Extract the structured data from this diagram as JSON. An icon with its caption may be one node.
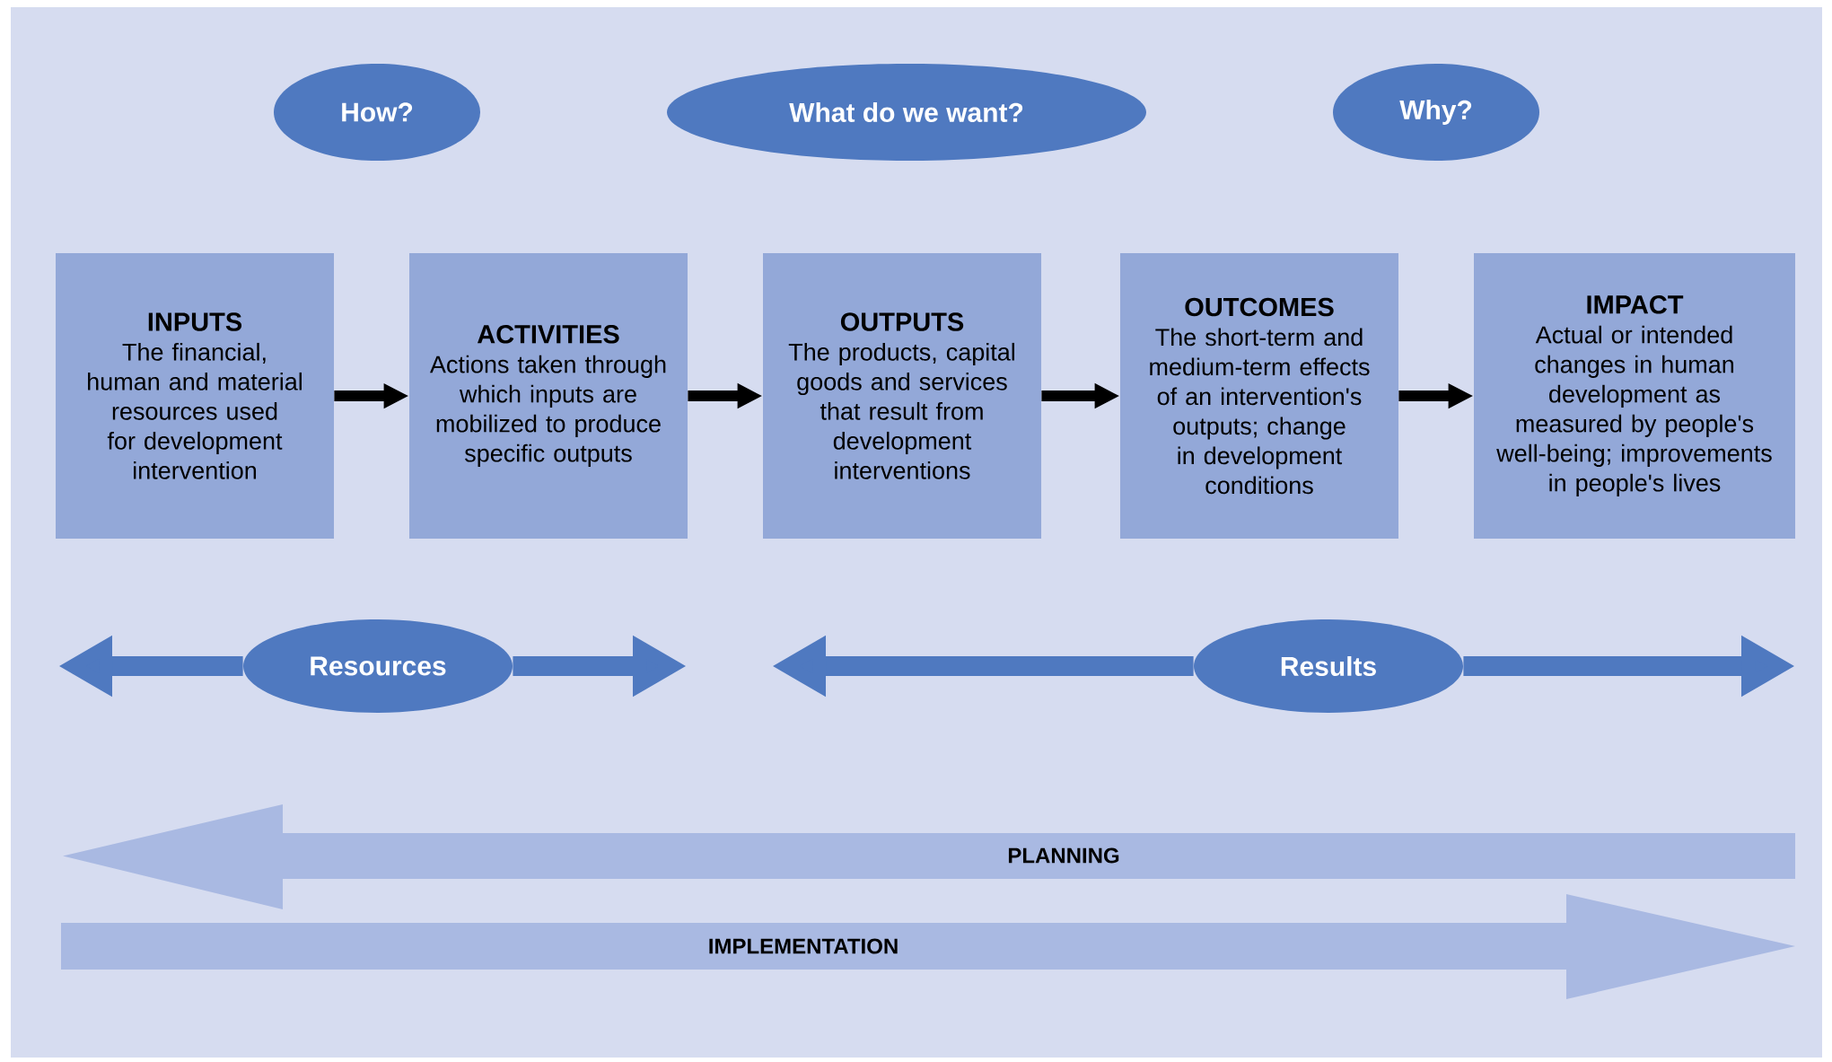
{
  "diagram": {
    "nodes": [
      {
        "text": [
          "How?"
        ]
      },
      {
        "text": [
          "What do we want?"
        ]
      },
      {
        "text": [
          "Why?"
        ]
      },
      {
        "text": [
          "INPUTS",
          "The financial, human and material resources used for development intervention"
        ]
      },
      {
        "text": [
          "ACTIVITIES",
          "Actions taken through which inputs are mobilized to produce specific outputs"
        ]
      },
      {
        "text": [
          "OUTPUTS",
          "The products, capital goods and services that result from development interventions"
        ]
      },
      {
        "text": [
          "OUTCOMES",
          "The short-term and medium-term effects of an intervention's outputs; change in development conditions"
        ]
      },
      {
        "text": [
          "IMPACT",
          "Actual or intended changes in human development as measured by people's well-being; improvements in people's lives"
        ]
      },
      {
        "text": [
          "Resources"
        ]
      },
      {
        "text": [
          "Results"
        ]
      },
      {
        "text": [
          "PLANNING"
        ]
      },
      {
        "text": [
          "IMPLEMENTATION"
        ]
      }
    ],
    "edges": [
      {
        "from": 3,
        "to": 4,
        "arrow": "to"
      },
      {
        "from": 4,
        "to": 5,
        "arrow": "to"
      },
      {
        "from": 5,
        "to": 6,
        "arrow": "to"
      },
      {
        "from": 6,
        "to": 7,
        "arrow": "to"
      },
      {
        "from": 8,
        "to": null,
        "arrow": "to",
        "style": "thick",
        "color": "#4f79c0"
      },
      {
        "from": 8,
        "to": null,
        "arrow": "to",
        "style": "thick",
        "color": "#4f79c0"
      },
      {
        "from": 9,
        "to": null,
        "arrow": "to",
        "style": "thick",
        "color": "#4f79c0"
      },
      {
        "from": 9,
        "to": null,
        "arrow": "to",
        "style": "thick",
        "color": "#4f79c0"
      }
    ]
  }
}
